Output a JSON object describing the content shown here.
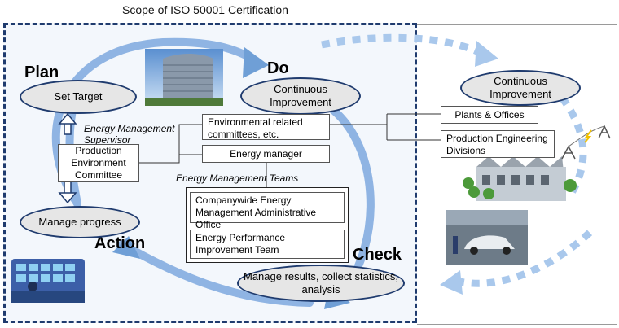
{
  "scope_title": "Scope of ISO 50001 Certification",
  "phases": {
    "plan": "Plan",
    "do": "Do",
    "check": "Check",
    "action": "Action"
  },
  "ellipses": {
    "set_target": "Set Target",
    "continuous_improvement_inner": "Continuous Improvement",
    "manage_progress": "Manage progress",
    "manage_results": "Manage results, collect statistics, analysis",
    "continuous_improvement_outer": "Continuous Improvement"
  },
  "org": {
    "supervisor_label": "Energy Management Supervisor",
    "production_committee": "Production Environment Committee",
    "environmental_committees": "Environmental related committees, etc.",
    "energy_manager": "Energy manager",
    "teams_label": "Energy Management Teams",
    "team_office": "Companywide Energy Management Administrative Office",
    "team_improvement": "Energy Performance Improvement Team",
    "plants_offices": "Plants & Offices",
    "production_engineering": "Production Engineering Divisions"
  },
  "colors": {
    "cycle_arrow": "#8fb4e3",
    "border_navy": "#1f3b6e",
    "scope_fill": "#f3f7fc"
  }
}
